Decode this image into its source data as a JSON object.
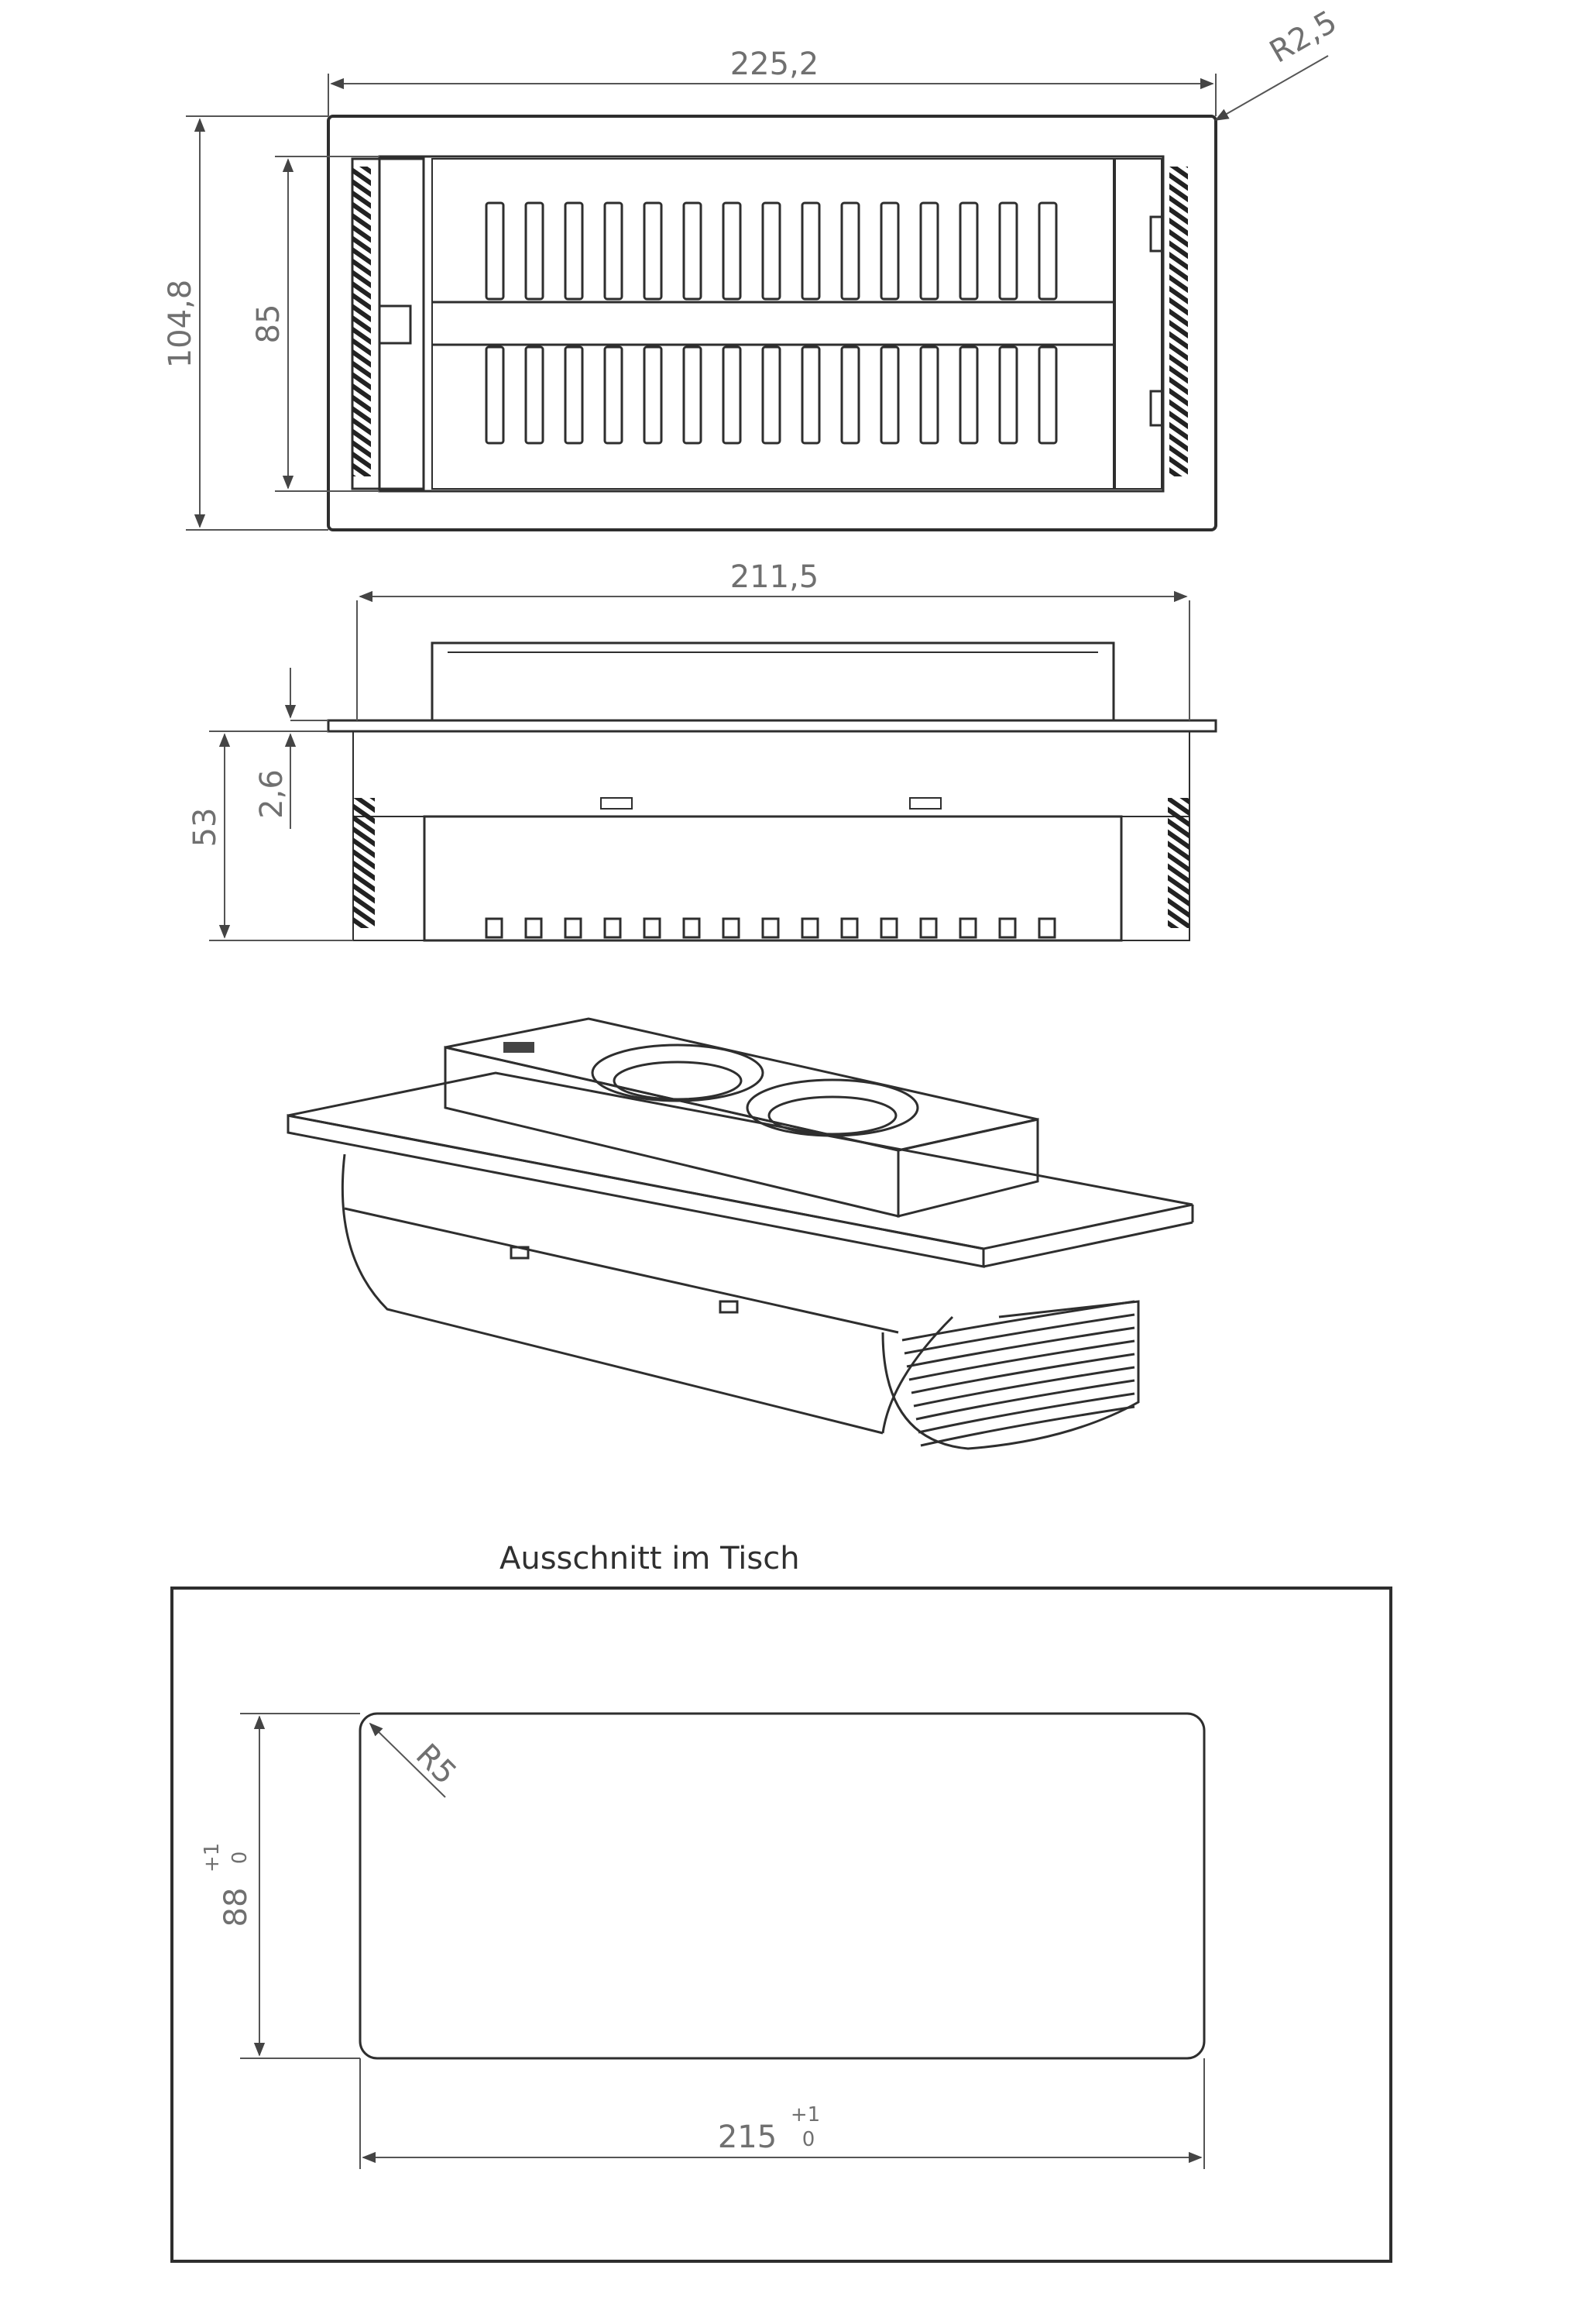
{
  "top_view": {
    "width_label": "225,2",
    "radius_label": "R2,5",
    "height_outer_label": "104,8",
    "height_inner_label": "85"
  },
  "side_view": {
    "width_label": "211,5",
    "height_label": "53",
    "flange_label": "2,6"
  },
  "cutout": {
    "title": "Ausschnitt im Tisch",
    "height_label": "88",
    "height_tol_plus": "+1",
    "height_tol_minus": "0",
    "width_label": "215",
    "width_tol_plus": "+1",
    "width_tol_minus": "0",
    "radius_label": "R5"
  },
  "colors": {
    "line": "#2e2e2e",
    "dimension_text": "#707070"
  }
}
